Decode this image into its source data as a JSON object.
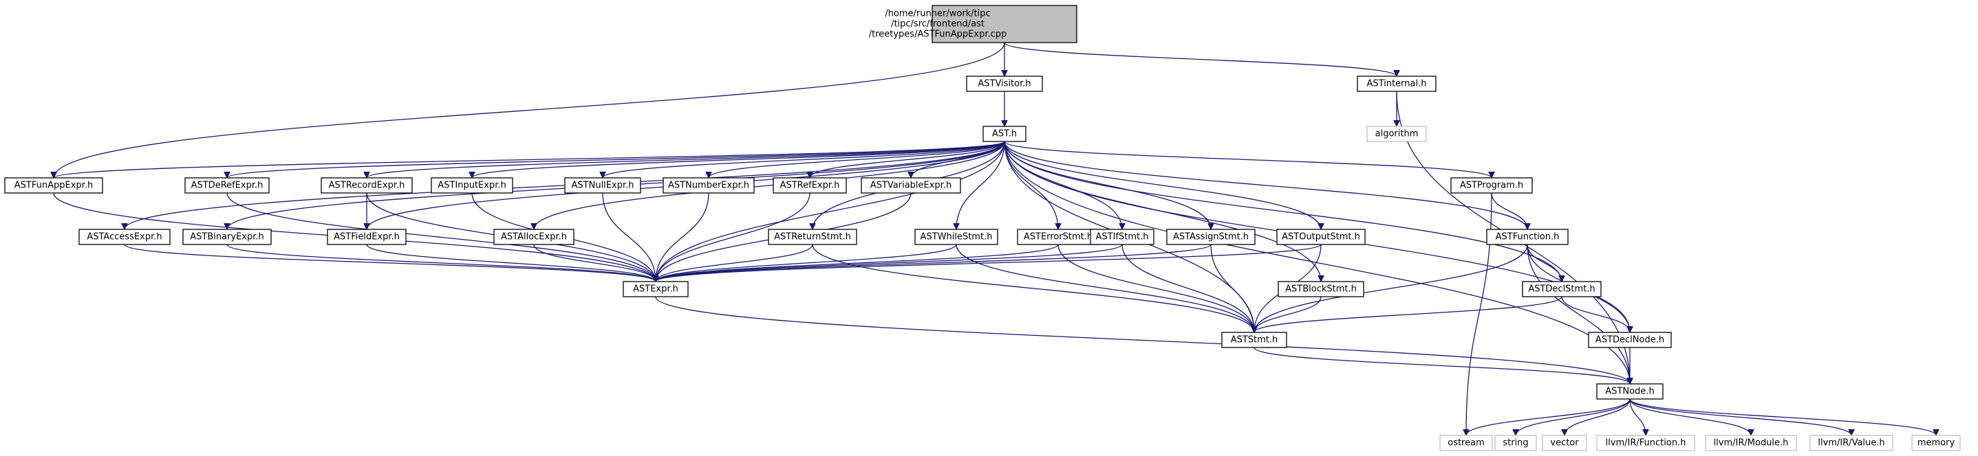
{
  "graph": {
    "type": "include-dependency-graph",
    "nodes": [
      {
        "id": "root",
        "lines": [
          "/home/runner/work/tipc",
          "/tipc/src/frontend/ast",
          "/treetypes/ASTFunAppExpr.cpp"
        ],
        "kind": "root"
      },
      {
        "id": "ASTVisitor.h",
        "lines": [
          "ASTVisitor.h"
        ],
        "kind": "file"
      },
      {
        "id": "ASTinternal.h",
        "lines": [
          "ASTinternal.h"
        ],
        "kind": "file"
      },
      {
        "id": "algorithm",
        "lines": [
          "algorithm"
        ],
        "kind": "system"
      },
      {
        "id": "AST.h",
        "lines": [
          "AST.h"
        ],
        "kind": "file"
      },
      {
        "id": "ASTFunAppExpr.h",
        "lines": [
          "ASTFunAppExpr.h"
        ],
        "kind": "file"
      },
      {
        "id": "ASTDeRefExpr.h",
        "lines": [
          "ASTDeRefExpr.h"
        ],
        "kind": "file"
      },
      {
        "id": "ASTRecordExpr.h",
        "lines": [
          "ASTRecordExpr.h"
        ],
        "kind": "file"
      },
      {
        "id": "ASTInputExpr.h",
        "lines": [
          "ASTInputExpr.h"
        ],
        "kind": "file"
      },
      {
        "id": "ASTNullExpr.h",
        "lines": [
          "ASTNullExpr.h"
        ],
        "kind": "file"
      },
      {
        "id": "ASTNumberExpr.h",
        "lines": [
          "ASTNumberExpr.h"
        ],
        "kind": "file"
      },
      {
        "id": "ASTRefExpr.h",
        "lines": [
          "ASTRefExpr.h"
        ],
        "kind": "file"
      },
      {
        "id": "ASTVariableExpr.h",
        "lines": [
          "ASTVariableExpr.h"
        ],
        "kind": "file"
      },
      {
        "id": "ASTProgram.h",
        "lines": [
          "ASTProgram.h"
        ],
        "kind": "file"
      },
      {
        "id": "ASTAccessExpr.h",
        "lines": [
          "ASTAccessExpr.h"
        ],
        "kind": "file"
      },
      {
        "id": "ASTBinaryExpr.h",
        "lines": [
          "ASTBinaryExpr.h"
        ],
        "kind": "file"
      },
      {
        "id": "ASTFieldExpr.h",
        "lines": [
          "ASTFieldExpr.h"
        ],
        "kind": "file"
      },
      {
        "id": "ASTAllocExpr.h",
        "lines": [
          "ASTAllocExpr.h"
        ],
        "kind": "file"
      },
      {
        "id": "ASTReturnStmt.h",
        "lines": [
          "ASTReturnStmt.h"
        ],
        "kind": "file"
      },
      {
        "id": "ASTWhileStmt.h",
        "lines": [
          "ASTWhileStmt.h"
        ],
        "kind": "file"
      },
      {
        "id": "ASTErrorStmt.h",
        "lines": [
          "ASTErrorStmt.h"
        ],
        "kind": "file"
      },
      {
        "id": "ASTIfStmt.h",
        "lines": [
          "ASTIfStmt.h"
        ],
        "kind": "file"
      },
      {
        "id": "ASTAssignStmt.h",
        "lines": [
          "ASTAssignStmt.h"
        ],
        "kind": "file"
      },
      {
        "id": "ASTOutputStmt.h",
        "lines": [
          "ASTOutputStmt.h"
        ],
        "kind": "file"
      },
      {
        "id": "ASTFunction.h",
        "lines": [
          "ASTFunction.h"
        ],
        "kind": "file"
      },
      {
        "id": "ASTExpr.h",
        "lines": [
          "ASTExpr.h"
        ],
        "kind": "file"
      },
      {
        "id": "ASTBlockStmt.h",
        "lines": [
          "ASTBlockStmt.h"
        ],
        "kind": "file"
      },
      {
        "id": "ASTDeclStmt.h",
        "lines": [
          "ASTDeclStmt.h"
        ],
        "kind": "file"
      },
      {
        "id": "ASTStmt.h",
        "lines": [
          "ASTStmt.h"
        ],
        "kind": "file"
      },
      {
        "id": "ASTDeclNode.h",
        "lines": [
          "ASTDeclNode.h"
        ],
        "kind": "file"
      },
      {
        "id": "ASTNode.h",
        "lines": [
          "ASTNode.h"
        ],
        "kind": "file"
      },
      {
        "id": "ostream",
        "lines": [
          "ostream"
        ],
        "kind": "system"
      },
      {
        "id": "string",
        "lines": [
          "string"
        ],
        "kind": "system"
      },
      {
        "id": "vector",
        "lines": [
          "vector"
        ],
        "kind": "system"
      },
      {
        "id": "llvm/IR/Function.h",
        "lines": [
          "llvm/IR/Function.h"
        ],
        "kind": "system"
      },
      {
        "id": "llvm/IR/Module.h",
        "lines": [
          "llvm/IR/Module.h"
        ],
        "kind": "system"
      },
      {
        "id": "llvm/IR/Value.h",
        "lines": [
          "llvm/IR/Value.h"
        ],
        "kind": "system"
      },
      {
        "id": "memory",
        "lines": [
          "memory"
        ],
        "kind": "system"
      }
    ],
    "edges": [
      [
        "root",
        "ASTVisitor.h"
      ],
      [
        "root",
        "ASTinternal.h"
      ],
      [
        "root",
        "ASTFunAppExpr.h"
      ],
      [
        "ASTVisitor.h",
        "AST.h"
      ],
      [
        "ASTinternal.h",
        "algorithm"
      ],
      [
        "ASTinternal.h",
        "ASTNode.h"
      ],
      [
        "AST.h",
        "ASTFunAppExpr.h"
      ],
      [
        "AST.h",
        "ASTDeRefExpr.h"
      ],
      [
        "AST.h",
        "ASTRecordExpr.h"
      ],
      [
        "AST.h",
        "ASTInputExpr.h"
      ],
      [
        "AST.h",
        "ASTNullExpr.h"
      ],
      [
        "AST.h",
        "ASTNumberExpr.h"
      ],
      [
        "AST.h",
        "ASTRefExpr.h"
      ],
      [
        "AST.h",
        "ASTVariableExpr.h"
      ],
      [
        "AST.h",
        "ASTProgram.h"
      ],
      [
        "AST.h",
        "ASTAccessExpr.h"
      ],
      [
        "AST.h",
        "ASTBinaryExpr.h"
      ],
      [
        "AST.h",
        "ASTFieldExpr.h"
      ],
      [
        "AST.h",
        "ASTAllocExpr.h"
      ],
      [
        "AST.h",
        "ASTReturnStmt.h"
      ],
      [
        "AST.h",
        "ASTWhileStmt.h"
      ],
      [
        "AST.h",
        "ASTErrorStmt.h"
      ],
      [
        "AST.h",
        "ASTIfStmt.h"
      ],
      [
        "AST.h",
        "ASTAssignStmt.h"
      ],
      [
        "AST.h",
        "ASTOutputStmt.h"
      ],
      [
        "AST.h",
        "ASTFunction.h"
      ],
      [
        "AST.h",
        "ASTExpr.h"
      ],
      [
        "AST.h",
        "ASTBlockStmt.h"
      ],
      [
        "AST.h",
        "ASTDeclStmt.h"
      ],
      [
        "AST.h",
        "ASTStmt.h"
      ],
      [
        "AST.h",
        "ASTDeclNode.h"
      ],
      [
        "AST.h",
        "ASTNode.h"
      ],
      [
        "ASTFunAppExpr.h",
        "ASTExpr.h"
      ],
      [
        "ASTDeRefExpr.h",
        "ASTExpr.h"
      ],
      [
        "ASTRecordExpr.h",
        "ASTFieldExpr.h"
      ],
      [
        "ASTRecordExpr.h",
        "ASTExpr.h"
      ],
      [
        "ASTInputExpr.h",
        "ASTExpr.h"
      ],
      [
        "ASTNullExpr.h",
        "ASTExpr.h"
      ],
      [
        "ASTNumberExpr.h",
        "ASTExpr.h"
      ],
      [
        "ASTRefExpr.h",
        "ASTExpr.h"
      ],
      [
        "ASTVariableExpr.h",
        "ASTExpr.h"
      ],
      [
        "ASTProgram.h",
        "ASTFunction.h"
      ],
      [
        "ASTProgram.h",
        "ostream"
      ],
      [
        "ASTAccessExpr.h",
        "ASTExpr.h"
      ],
      [
        "ASTBinaryExpr.h",
        "ASTExpr.h"
      ],
      [
        "ASTFieldExpr.h",
        "ASTExpr.h"
      ],
      [
        "ASTAllocExpr.h",
        "ASTExpr.h"
      ],
      [
        "ASTReturnStmt.h",
        "ASTExpr.h"
      ],
      [
        "ASTReturnStmt.h",
        "ASTStmt.h"
      ],
      [
        "ASTWhileStmt.h",
        "ASTExpr.h"
      ],
      [
        "ASTWhileStmt.h",
        "ASTStmt.h"
      ],
      [
        "ASTErrorStmt.h",
        "ASTExpr.h"
      ],
      [
        "ASTErrorStmt.h",
        "ASTStmt.h"
      ],
      [
        "ASTIfStmt.h",
        "ASTExpr.h"
      ],
      [
        "ASTIfStmt.h",
        "ASTStmt.h"
      ],
      [
        "ASTAssignStmt.h",
        "ASTExpr.h"
      ],
      [
        "ASTAssignStmt.h",
        "ASTStmt.h"
      ],
      [
        "ASTOutputStmt.h",
        "ASTExpr.h"
      ],
      [
        "ASTOutputStmt.h",
        "ASTStmt.h"
      ],
      [
        "ASTFunction.h",
        "ASTDeclStmt.h"
      ],
      [
        "ASTFunction.h",
        "ASTDeclNode.h"
      ],
      [
        "ASTFunction.h",
        "ASTStmt.h"
      ],
      [
        "ASTFunction.h",
        "ASTNode.h"
      ],
      [
        "ASTExpr.h",
        "ASTNode.h"
      ],
      [
        "ASTBlockStmt.h",
        "ASTStmt.h"
      ],
      [
        "ASTDeclStmt.h",
        "ASTDeclNode.h"
      ],
      [
        "ASTDeclStmt.h",
        "ASTStmt.h"
      ],
      [
        "ASTStmt.h",
        "ASTNode.h"
      ],
      [
        "ASTDeclNode.h",
        "ASTNode.h"
      ],
      [
        "ASTNode.h",
        "ostream"
      ],
      [
        "ASTNode.h",
        "string"
      ],
      [
        "ASTNode.h",
        "vector"
      ],
      [
        "ASTNode.h",
        "llvm/IR/Function.h"
      ],
      [
        "ASTNode.h",
        "llvm/IR/Module.h"
      ],
      [
        "ASTNode.h",
        "llvm/IR/Value.h"
      ],
      [
        "ASTNode.h",
        "memory"
      ]
    ]
  }
}
